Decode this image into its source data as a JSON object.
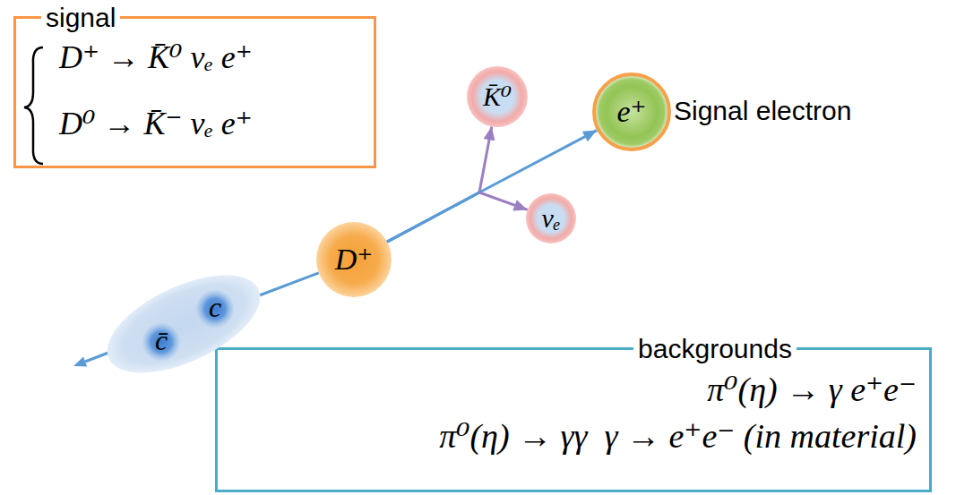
{
  "diagram": {
    "nodes": [
      {
        "text": [
          "signal",
          "D⁺ → K̄⁰ νₑ e⁺",
          "D⁰ → K̄⁻ νₑ e⁺"
        ]
      },
      {
        "text": [
          "K̄⁰"
        ]
      },
      {
        "text": [
          "e⁺"
        ]
      },
      {
        "text": [
          "νₑ"
        ]
      },
      {
        "text": [
          "D⁺"
        ]
      },
      {
        "text": [
          "c̄",
          "c"
        ]
      },
      {
        "text": [
          "backgrounds",
          "π⁰(η) → γ e⁺e⁻",
          "π⁰(η) → γγ  γ → e⁺e⁻ (in material)"
        ]
      }
    ],
    "edges": [
      {
        "from": 5,
        "to": 4,
        "arrow": "none"
      },
      {
        "from": 4,
        "to": 1,
        "arrow": "to"
      },
      {
        "from": 4,
        "to": 2,
        "arrow": "to"
      },
      {
        "from": 4,
        "to": 3,
        "arrow": "to"
      }
    ],
    "labels": [
      "Signal electron"
    ]
  }
}
